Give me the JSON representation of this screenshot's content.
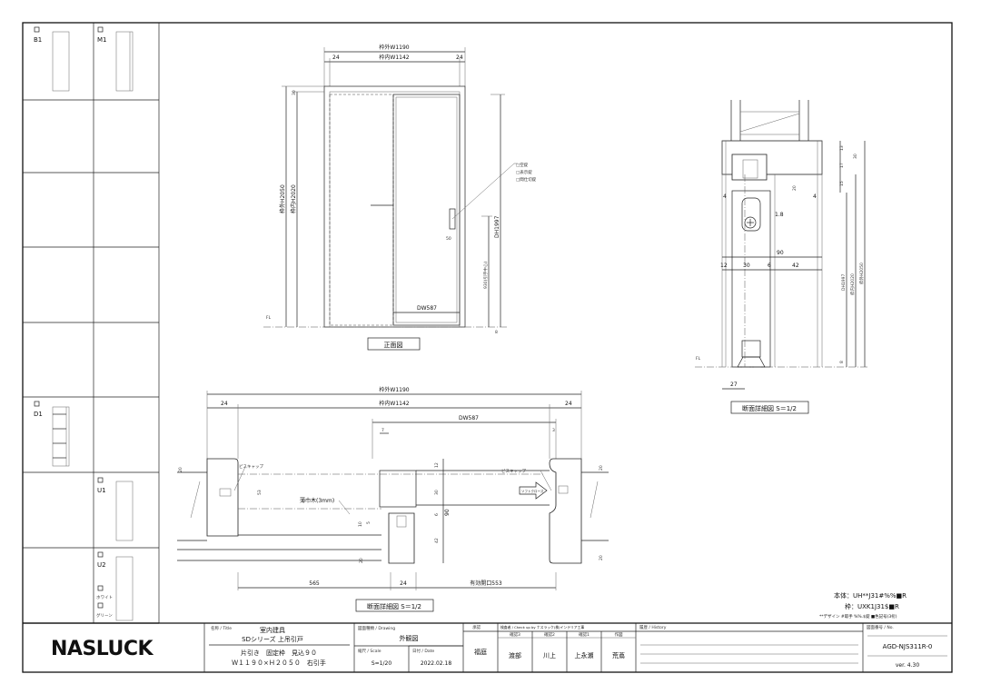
{
  "sidebar": {
    "cells": [
      {
        "code": "B1"
      },
      {
        "code": "M1"
      },
      {
        "code": "D1"
      },
      {
        "code": "U1"
      },
      {
        "code": "U2"
      }
    ],
    "color_options": [
      "ホワイト",
      "グリーン"
    ]
  },
  "front_view": {
    "title": "正面図",
    "outer_width": "枠外W1190",
    "inner_width": "枠内W1142",
    "side_left": "24",
    "side_right": "24",
    "top": "30",
    "outer_height": "枠外H2050",
    "inner_height": "枠内H2020",
    "door_height": "DH1997",
    "handle_height": "930(引手中心)",
    "handle_offset": "50",
    "door_width": "DW587",
    "bottom": "8",
    "floor": "FL",
    "lock_options": [
      "□空錠",
      "□表示錠",
      "□間仕切錠"
    ]
  },
  "plan_section": {
    "title": "断面詳細図 S＝1/2",
    "outer_width": "枠外W1190",
    "inner_width": "枠内W1142",
    "side_left": "24",
    "side_right": "24",
    "door_width": "DW587",
    "dim_7": "7",
    "dim_3": "3",
    "screw_cap_left": "ビスキャップ",
    "screw_cap_right": "ビスキャップ",
    "soft_close": "ソフトクローズ",
    "strip": "薄巾木(3mm)",
    "dim_53": "53",
    "dim_20a": "20",
    "dim_20b": "20",
    "dim_20c": "20",
    "dim_20d": "20",
    "dim_12": "12",
    "dim_30": "30",
    "dim_6": "6",
    "dim_42": "42",
    "dim_90": "90",
    "dim_10": "10",
    "dim_5": "5",
    "dim_565": "565",
    "dim_24": "24",
    "opening": "有効開口553"
  },
  "vertical_section": {
    "title": "断面詳細図 S＝1/2",
    "dim_13": "13",
    "dim_17": "17",
    "dim_30": "30",
    "dim_15": "15",
    "dim_20": "20",
    "dim_4l": "4",
    "dim_4r": "4",
    "dim_18": "1.8",
    "dim_90": "90",
    "dim_12": "12",
    "dim_30b": "30",
    "dim_6": "6",
    "dim_42": "42",
    "door_height": "DH1997",
    "inner_height": "枠内H2020",
    "outer_height": "枠外H2050",
    "dim_8": "8",
    "dim_27": "27",
    "floor": "FL"
  },
  "spec": {
    "body": "本体：UH**J31#%%■R",
    "frame": "枠：UXK1J31$■R",
    "legend": "**デザイン #取手 %%.$錠 ■色記号(3桁)"
  },
  "title_block": {
    "logo": "NASLUCK",
    "title_label": "名称 / Title",
    "title_line1": "室内建具",
    "title_line2": "SDシリーズ 上吊引戸",
    "title_line3": "片引き　固定枠　見込９０",
    "title_line4": "Ｗ１１９０×Ｈ２０５０　右引手",
    "drawing_label": "図面種類 / Drawing",
    "drawing": "外観図",
    "scale_label": "縮尺 / Scale",
    "scale": "S=1/20",
    "date_label": "日付 / Date",
    "date": "2022.02.18",
    "approve_label": "承認",
    "approver": "福庭",
    "check_label": "検査者 / Check up by ナスラック(株)インテリア工事",
    "checkers": [
      {
        "role": "確認3",
        "name": "渡部"
      },
      {
        "role": "確認2",
        "name": "川上"
      },
      {
        "role": "確認1",
        "name": "上永瀬"
      },
      {
        "role": "作図",
        "name": "荒蔦"
      }
    ],
    "history_label": "履歴 / History",
    "number_label": "図面番号 / No.",
    "number": "AGD-NJS311R-0",
    "version": "ver. 4.30"
  }
}
